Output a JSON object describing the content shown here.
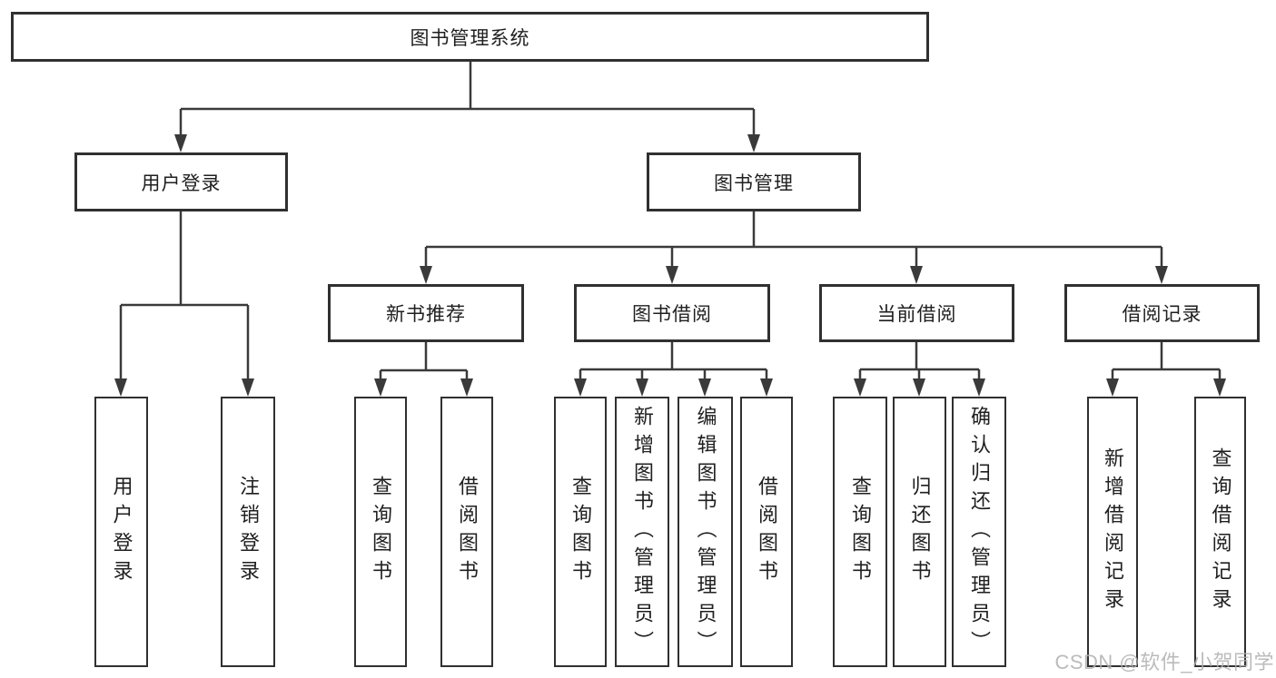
{
  "tree": {
    "label": "图书管理系统",
    "children": [
      {
        "label": "用户登录",
        "children": [
          {
            "label": "用户登录"
          },
          {
            "label": "注销登录"
          }
        ]
      },
      {
        "label": "图书管理",
        "children": [
          {
            "label": "新书推荐",
            "children": [
              {
                "label": "查询图书"
              },
              {
                "label": "借阅图书"
              }
            ]
          },
          {
            "label": "图书借阅",
            "children": [
              {
                "label": "查询图书"
              },
              {
                "label": "新增图书（管理员）"
              },
              {
                "label": "编辑图书（管理员）"
              },
              {
                "label": "借阅图书"
              }
            ]
          },
          {
            "label": "当前借阅",
            "children": [
              {
                "label": "查询图书"
              },
              {
                "label": "归还图书"
              },
              {
                "label": "确认归还（管理员）"
              }
            ]
          },
          {
            "label": "借阅记录",
            "children": [
              {
                "label": "新增借阅记录"
              },
              {
                "label": "查询借阅记录"
              }
            ]
          }
        ]
      }
    ]
  },
  "watermark": "CSDN @软件_小贺同学",
  "colors": {
    "line": "#3a3a3a",
    "box_border": "#303030",
    "text": "#1f1f1f",
    "watermark": "#b0b0b0",
    "background": "#ffffff"
  }
}
